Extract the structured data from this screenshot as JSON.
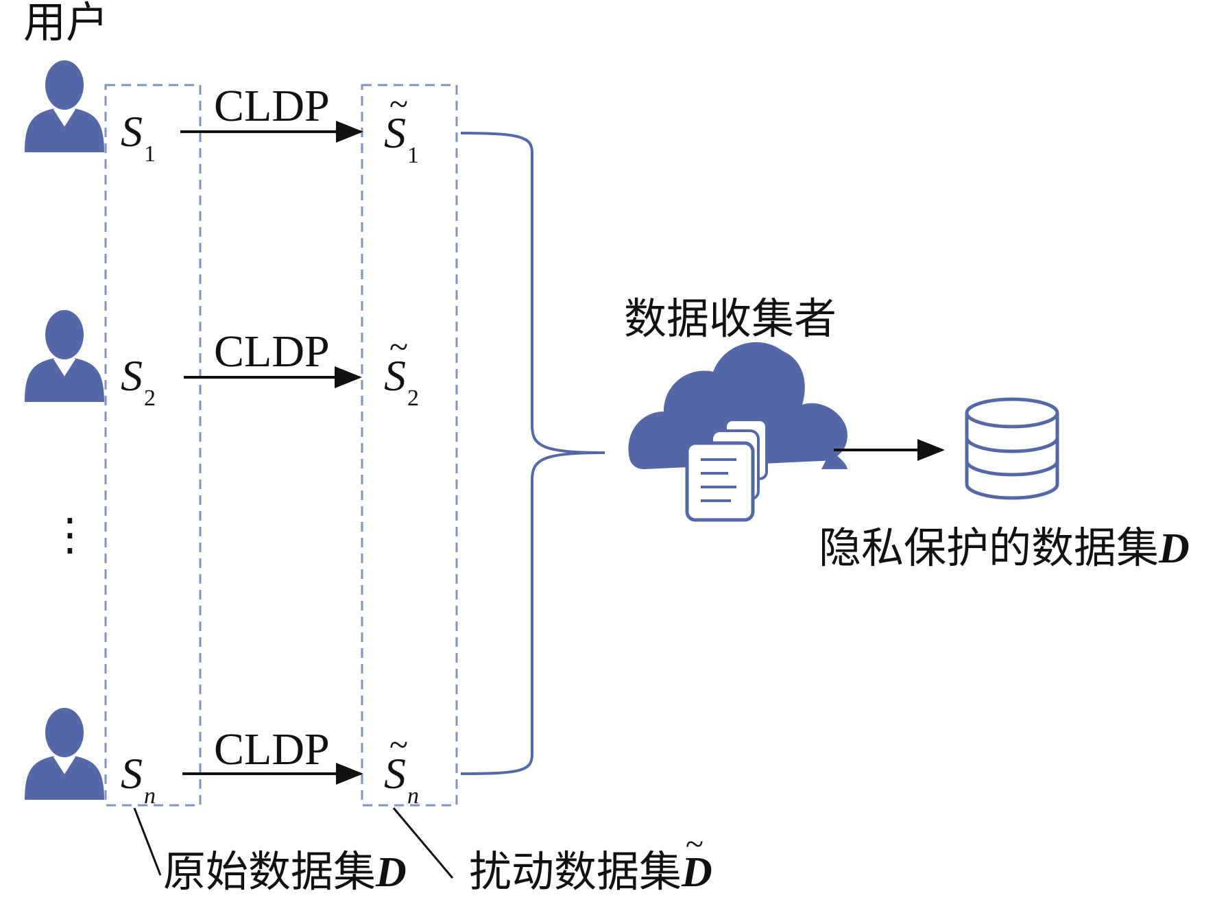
{
  "title_users": "用户",
  "users": [
    {
      "orig_symbol": "S",
      "orig_sub": "1",
      "pert_symbol": "S",
      "pert_sub": "1",
      "arrow_label": "CLDP"
    },
    {
      "orig_symbol": "S",
      "orig_sub": "2",
      "pert_symbol": "S",
      "pert_sub": "2",
      "arrow_label": "CLDP"
    },
    {
      "orig_symbol": "S",
      "orig_sub": "n",
      "pert_symbol": "S",
      "pert_sub": "n",
      "arrow_label": "CLDP"
    }
  ],
  "ellipsis": "⋮",
  "tilde": "~",
  "collector_label": "数据收集者",
  "protected_dataset_label": "隐私保护的数据集",
  "original_dataset_label": "原始数据集",
  "perturbed_dataset_label": "扰动数据集",
  "dataset_symbol": "D",
  "colors": {
    "accent": "#5468a8",
    "dashed_box": "#7f92c4",
    "ink": "#111111"
  },
  "icons": [
    "user-icon",
    "cloud-document-icon",
    "database-icon"
  ]
}
